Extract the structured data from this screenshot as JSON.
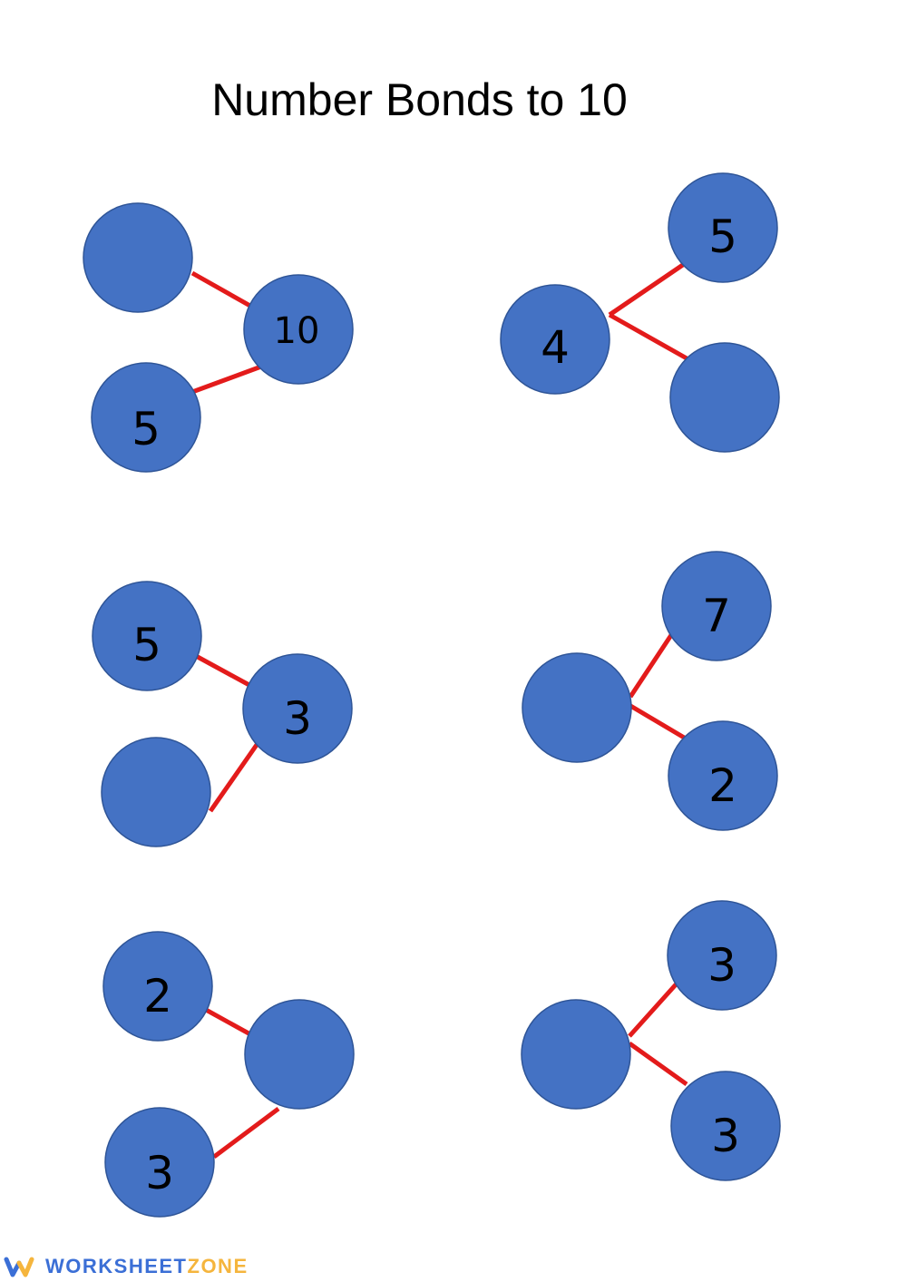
{
  "title": "Number Bonds to 10",
  "colors": {
    "circle_fill": "#4472c4",
    "circle_stroke": "#2f5597",
    "connector": "#e31b1b"
  },
  "bonds": [
    {
      "whole": "10",
      "part_a": "",
      "part_b": "5"
    },
    {
      "whole": "4",
      "part_a": "5",
      "part_b": ""
    },
    {
      "whole": "3",
      "part_a": "5",
      "part_b": ""
    },
    {
      "whole": "",
      "part_a": "7",
      "part_b": "2"
    },
    {
      "whole": "",
      "part_a": "2",
      "part_b": "3"
    },
    {
      "whole": "",
      "part_a": "3",
      "part_b": "3"
    }
  ],
  "footer": {
    "logo_icon": "worksheetzone-w-icon",
    "brand_part1": "WORKSHEET",
    "brand_part2": "ZONE"
  }
}
